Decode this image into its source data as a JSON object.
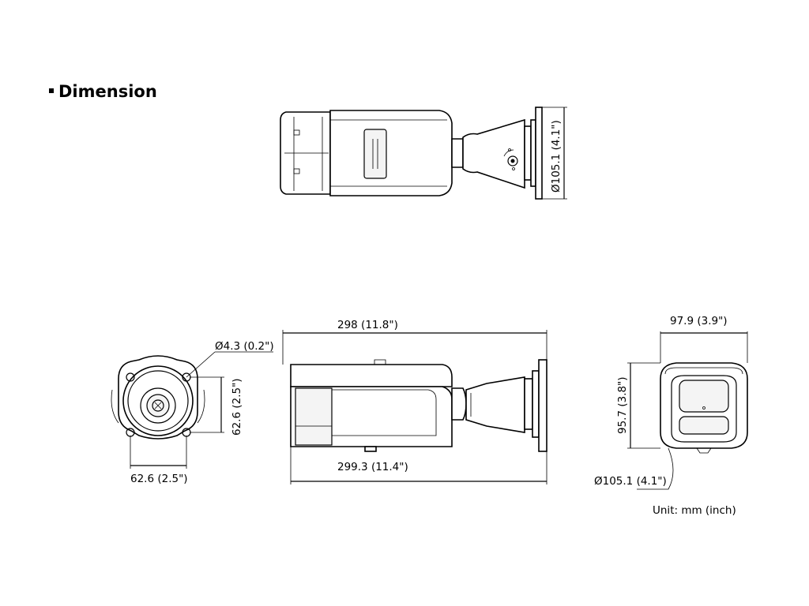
{
  "header": {
    "title": "Dimension"
  },
  "dimensions": {
    "top_mount_diameter": "Ø105.1 (4.1\")",
    "length_top": "298 (11.8\")",
    "length_bottom": "299.3 (11.4\")",
    "hole_diameter": "Ø4.3 (0.2\")",
    "base_height": "62.6 (2.5\")",
    "base_width": "62.6 (2.5\")",
    "front_width": "97.9 (3.9\")",
    "front_height": "95.7 (3.8\")",
    "front_mount_diameter": "Ø105.1 (4.1\")"
  },
  "footer": {
    "unit_note": "Unit: mm (inch)"
  },
  "icons": [
    "bullet-square-icon",
    "camera-top-view",
    "camera-back-view",
    "camera-side-view",
    "camera-front-view"
  ]
}
